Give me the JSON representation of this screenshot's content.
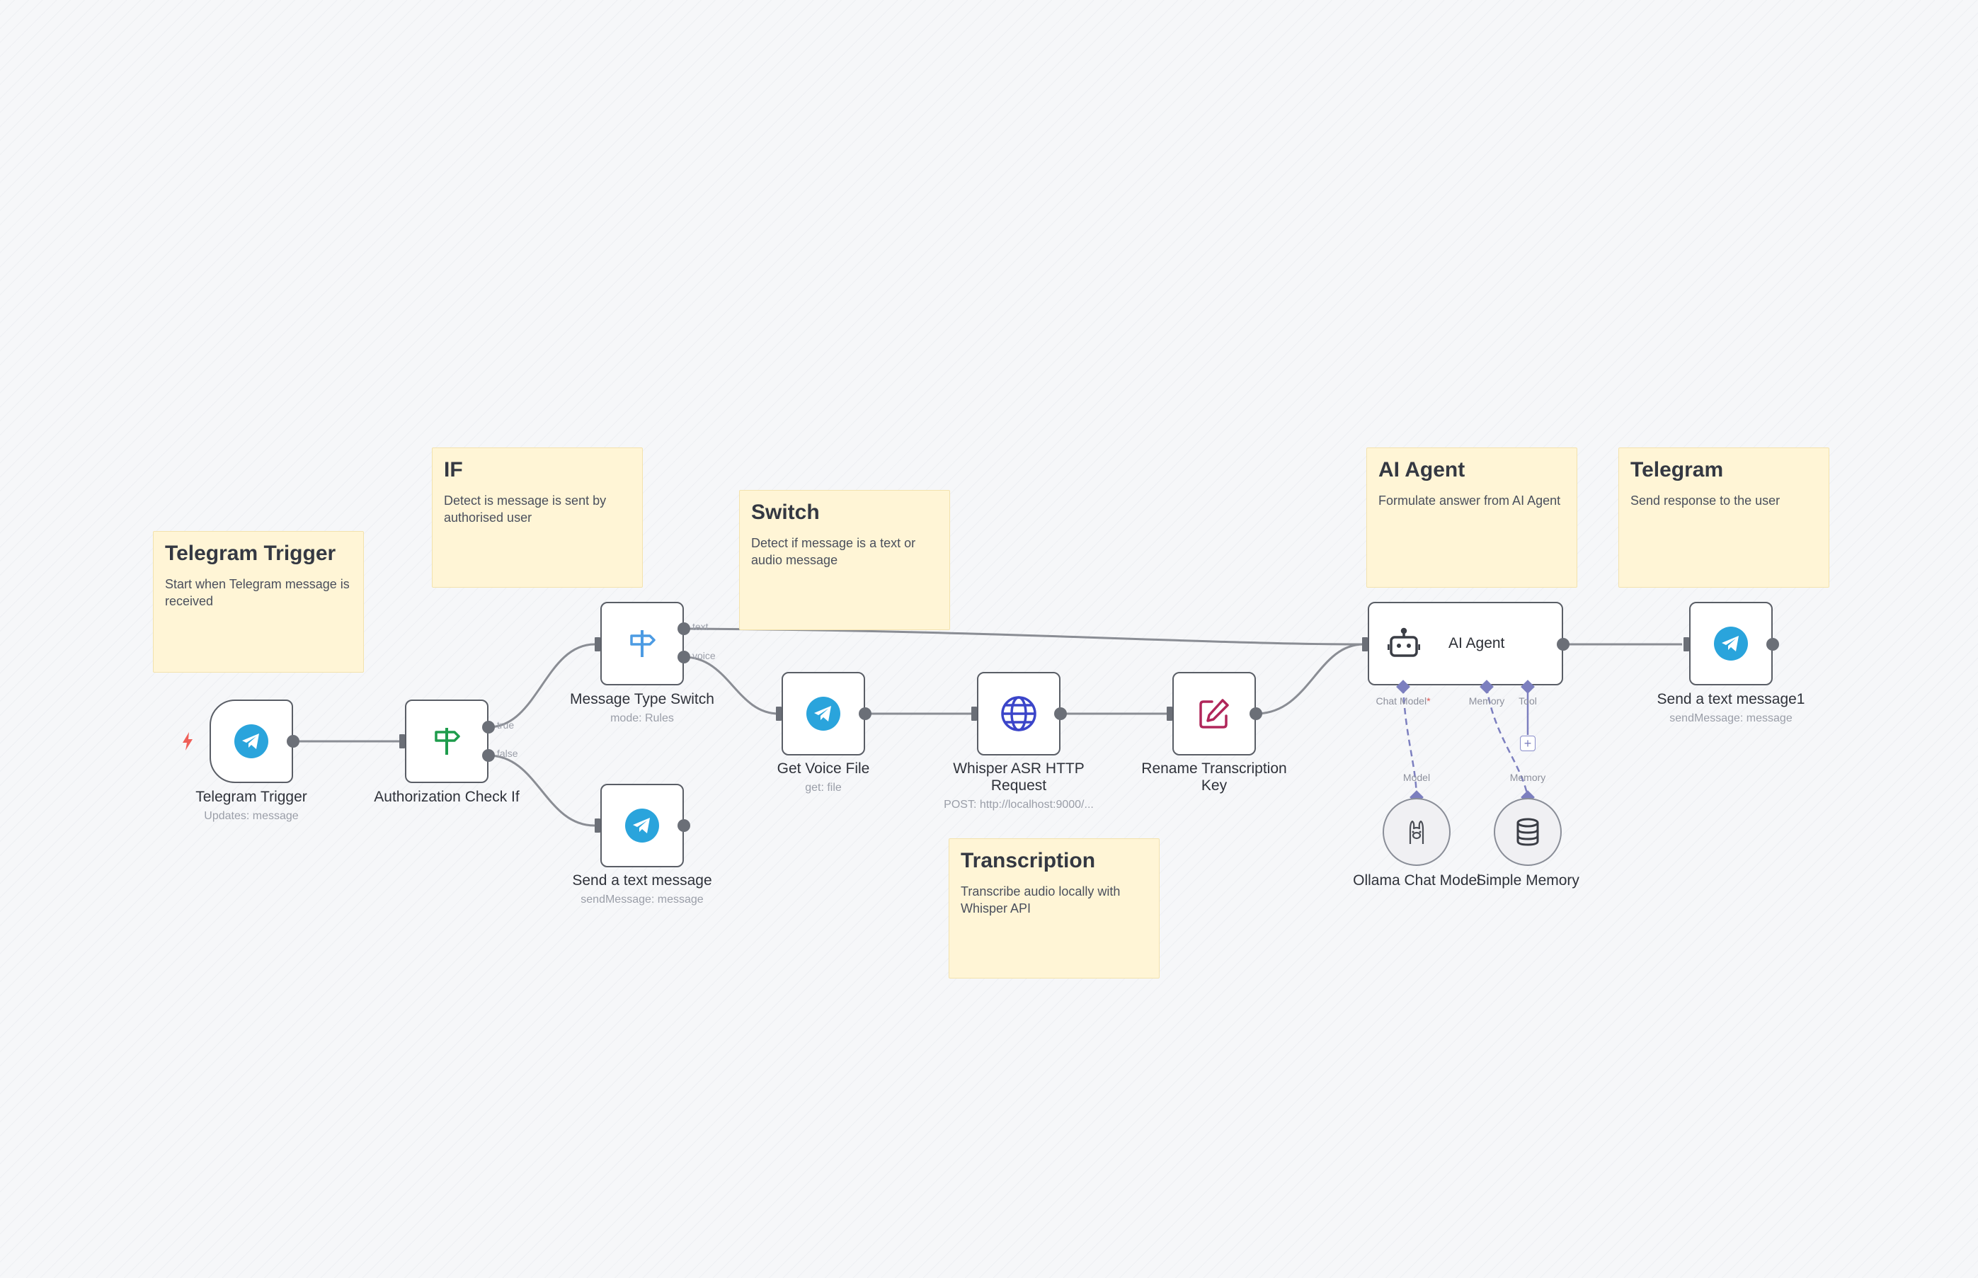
{
  "colors": {
    "sticky_bg": "#fff5d6",
    "telegram_blue": "#2aa4dc",
    "if_green": "#1e9c4c",
    "switch_blue": "#4c9be3",
    "globe_blue": "#3b45c9",
    "edit_maroon": "#b0265a",
    "trigger_bolt": "#ef5f58",
    "ai_connection": "#7c7fbf"
  },
  "sticky_notes": [
    {
      "title": "Telegram Trigger",
      "body": "Start when Telegram message is received"
    },
    {
      "title": "IF",
      "body": "Detect is message is sent by authorised user"
    },
    {
      "title": "Switch",
      "body": "Detect if message is a text or audio message"
    },
    {
      "title": "AI Agent",
      "body": "Formulate answer from AI Agent"
    },
    {
      "title": "Telegram",
      "body": "Send response to the user"
    },
    {
      "title": "Transcription",
      "body": "Transcribe audio locally with Whisper API"
    }
  ],
  "nodes": {
    "telegram_trigger": {
      "name": "Telegram Trigger",
      "sub": "Updates: message",
      "icon": "telegram-icon"
    },
    "auth_check": {
      "name": "Authorization Check If",
      "icon": "signpost-icon",
      "out_true": "true",
      "out_false": "false"
    },
    "message_type_switch": {
      "name": "Message Type Switch",
      "sub": "mode: Rules",
      "icon": "signpost-icon",
      "out_text": "text",
      "out_voice": "voice"
    },
    "send_text_message": {
      "name": "Send a text message",
      "sub": "sendMessage: message",
      "icon": "telegram-icon"
    },
    "get_voice_file": {
      "name": "Get Voice File",
      "sub": "get: file",
      "icon": "telegram-icon"
    },
    "whisper": {
      "name": "Whisper ASR HTTP Request",
      "sub": "POST: http://localhost:9000/...",
      "icon": "globe-icon"
    },
    "rename": {
      "name": "Rename Transcription Key",
      "icon": "edit-icon"
    },
    "ai_agent": {
      "name": "AI Agent",
      "icon": "robot-icon",
      "chat_model_label": "Chat Model",
      "memory_label": "Memory",
      "tool_label": "Tool"
    },
    "send_text_message1": {
      "name": "Send a text message1",
      "sub": "sendMessage: message",
      "icon": "telegram-icon"
    },
    "ollama": {
      "name": "Ollama Chat Model",
      "icon": "llama-icon",
      "port_label": "Model"
    },
    "simple_memory": {
      "name": "Simple Memory",
      "icon": "database-icon",
      "port_label": "Memory"
    }
  }
}
